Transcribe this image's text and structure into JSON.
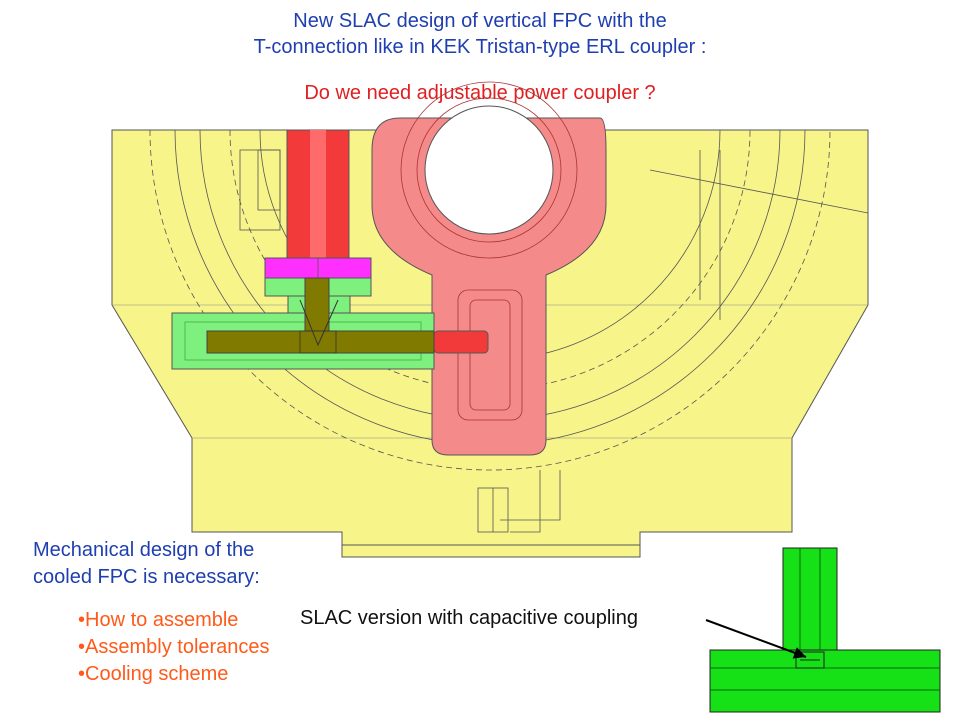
{
  "title": {
    "line1": "New SLAC design of vertical FPC with the",
    "line2": "T-connection  like in KEK Tristan-type  ERL coupler :"
  },
  "question": "Do we need adjustable power coupler ?",
  "mechanical_note": {
    "line1": "Mechanical design of the",
    "line2": "cooled FPC is necessary:"
  },
  "bullets": [
    "How to assemble",
    "Assembly tolerances",
    "Cooling scheme"
  ],
  "inset_label": "SLAC version with capacitive coupling",
  "colors": {
    "title_text": "#1f3fb0",
    "question_text": "#e02020",
    "bullet_text": "#ff5a1a",
    "cryostat_yellow": "#f7f48a",
    "coupler_red": "#f33a3a",
    "cavity_pink": "#f58a8a",
    "tee_green": "#7ef07e",
    "flange_magenta": "#ff30ff",
    "inner_olive": "#807a00",
    "inset_green": "#16e016"
  }
}
